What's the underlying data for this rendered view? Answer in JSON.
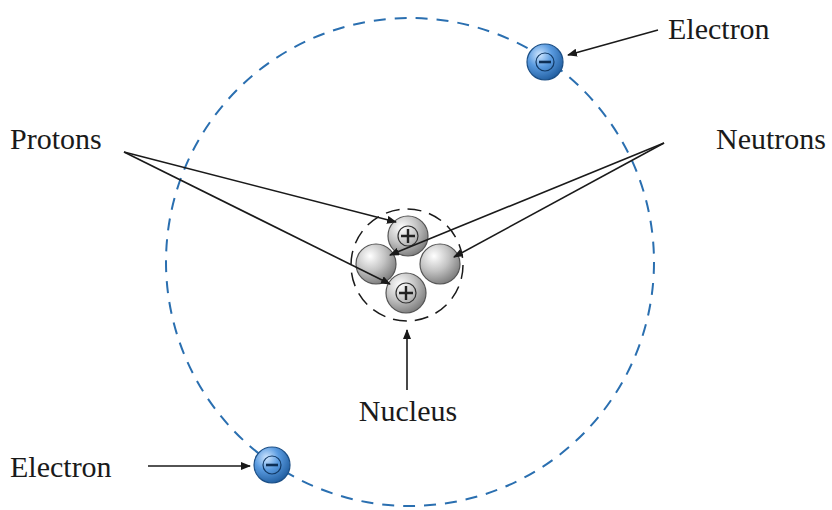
{
  "diagram": {
    "labels": [
      "Electron",
      "Protons",
      "Neutrons",
      "Nucleus",
      "Electron"
    ]
  }
}
